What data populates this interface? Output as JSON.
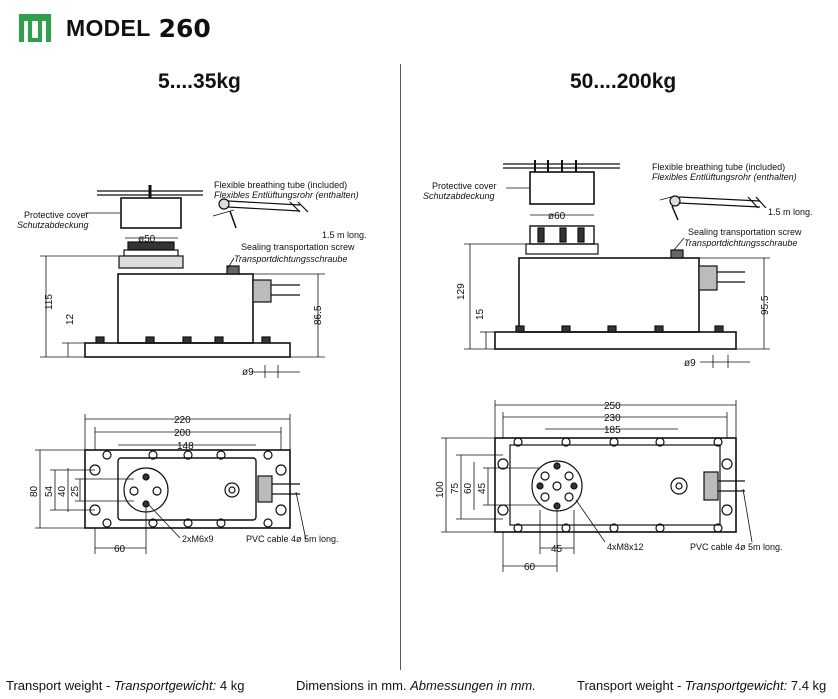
{
  "header": {
    "model_label": "MODEL",
    "model_number": "260",
    "brand_color": "#2ca24b",
    "logo_icon": "brand-logo-icon"
  },
  "left": {
    "range_title": "5....35kg",
    "labels": {
      "breathing_tube_en": "Flexible breathing tube (included)",
      "breathing_tube_de": "Flexibles Entlüftungsrohr (enthalten)",
      "protective_cover_en": "Protective cover",
      "protective_cover_de": "Schutzabdeckung",
      "tube_length": "1.5 m long.",
      "sealing_screw_en": "Sealing transportation screw",
      "sealing_screw_de": "Transportdichtungsschraube",
      "thread": "2xM6x9",
      "pvc_cable": "PVC cable 4ø 5m long."
    },
    "dims": {
      "cover_dia": "ø50",
      "height_total": "115",
      "base_height": "12",
      "body_height": "86.5",
      "hole_dia": "ø9",
      "width_220": "220",
      "width_200": "200",
      "width_148": "148",
      "depth_80": "80",
      "depth_54": "54",
      "depth_40": "40",
      "depth_25": "25",
      "offset_60": "60"
    }
  },
  "right": {
    "range_title": "50....200kg",
    "labels": {
      "breathing_tube_en": "Flexible breathing tube (included)",
      "breathing_tube_de": "Flexibles Entlüftungsrohr (enthalten)",
      "protective_cover_en": "Protective cover",
      "protective_cover_de": "Schutzabdeckung",
      "tube_length": "1.5 m long.",
      "sealing_screw_en": "Sealing transportation screw",
      "sealing_screw_de": "Transportdichtungsschraube",
      "thread": "4xM8x12",
      "pvc_cable": "PVC cable 4ø 5m long."
    },
    "dims": {
      "cover_dia": "ø60",
      "height_total": "129",
      "base_height": "15",
      "body_height": "95.5",
      "hole_dia": "ø9",
      "width_250": "250",
      "width_230": "230",
      "width_185": "185",
      "depth_100": "100",
      "depth_75": "75",
      "depth_60": "60",
      "depth_45": "45",
      "offset_45": "45",
      "offset_60": "60"
    }
  },
  "footer": {
    "left_en": "Transport weight - ",
    "left_de": "Transportgewicht:",
    "left_val": " 4 kg",
    "center_en": "Dimensions in mm. ",
    "center_de": "Abmessungen in mm.",
    "right_en": "Transport weight - ",
    "right_de": "Transportgewicht:",
    "right_val": " 7.4 kg"
  }
}
